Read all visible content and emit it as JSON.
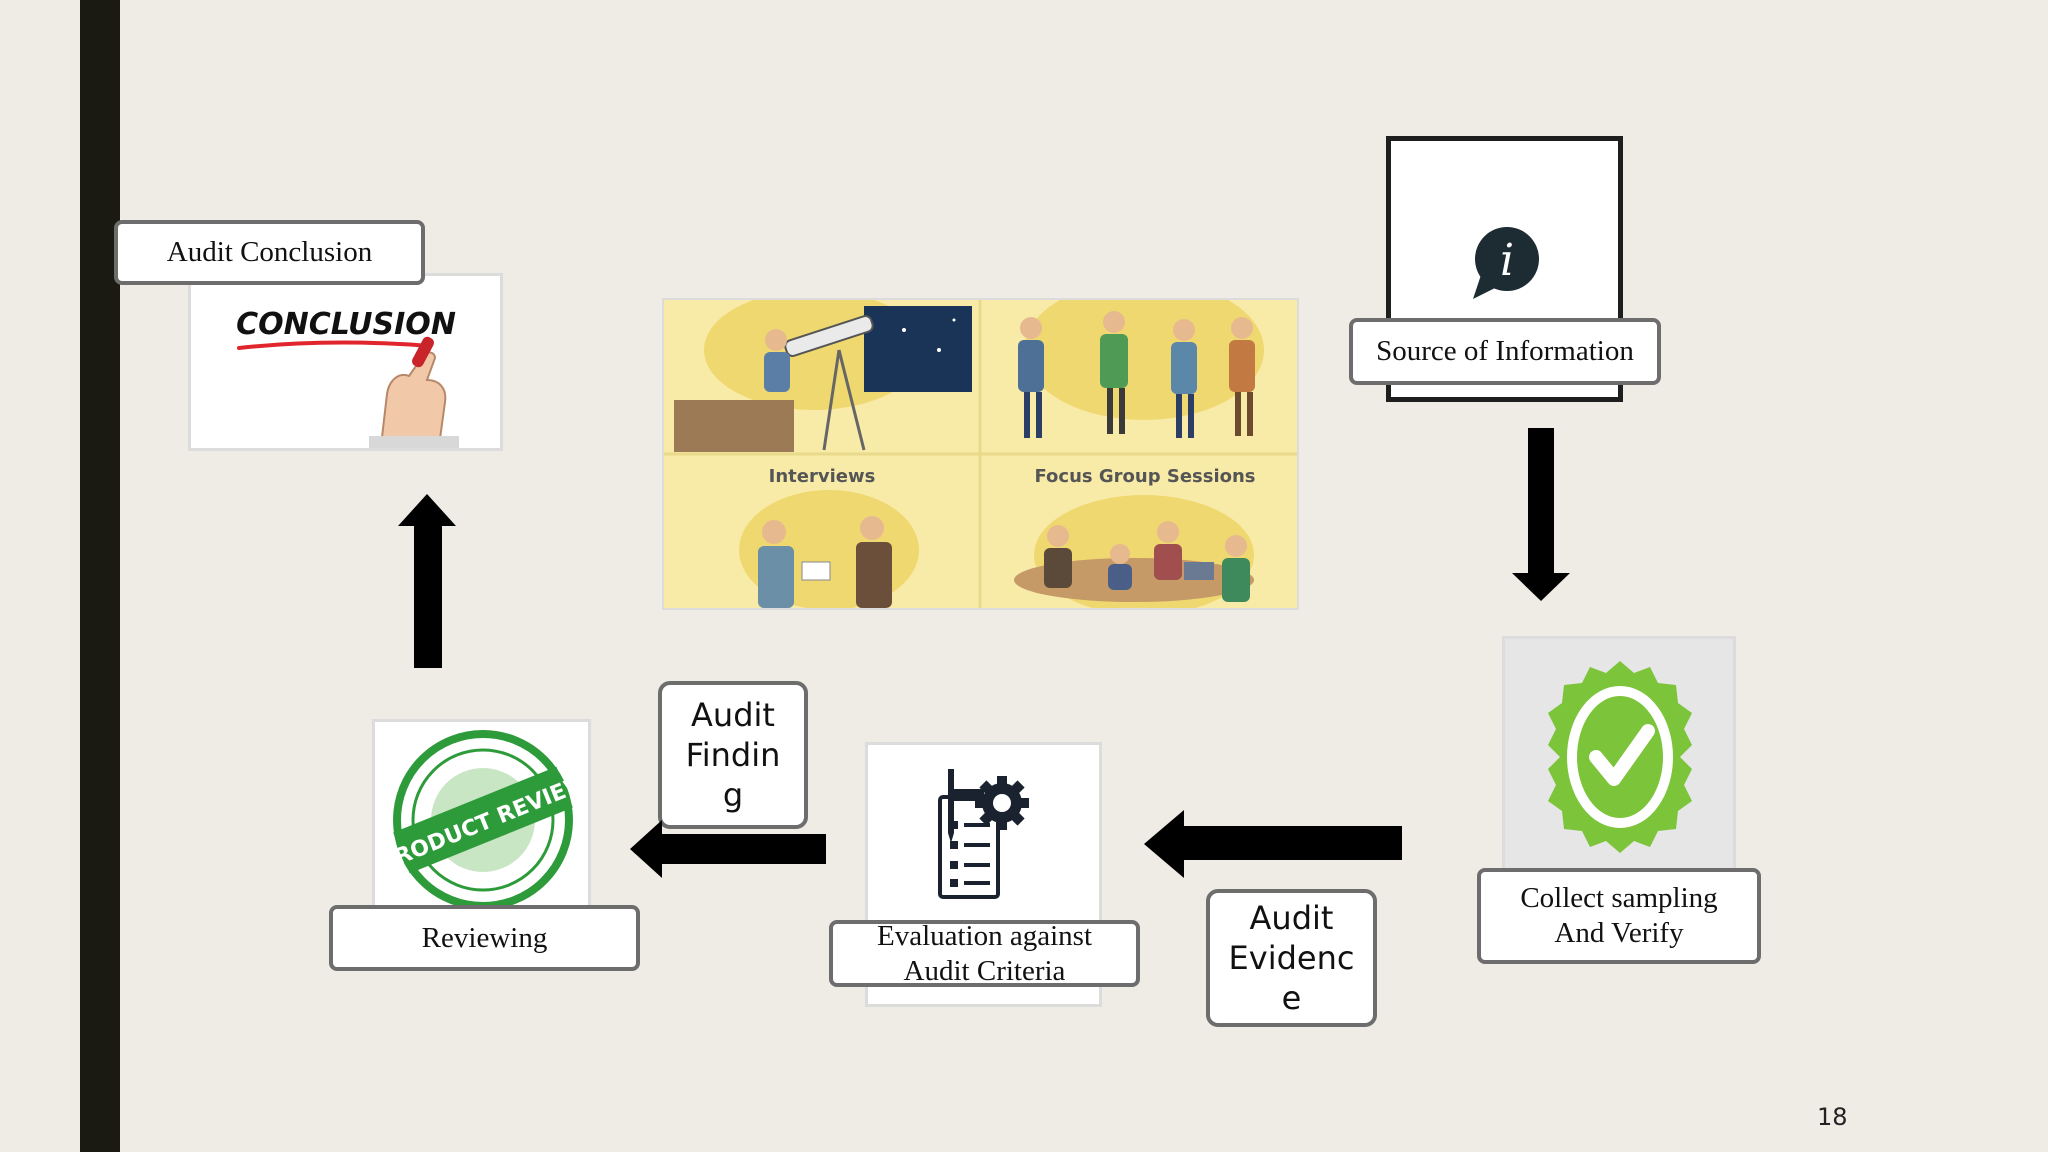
{
  "slide": {
    "page_number": "18",
    "accent_bar_color": "#1a1a12",
    "background_color": "#efece5"
  },
  "nodes": {
    "audit_conclusion": {
      "label": "Audit Conclusion",
      "image_text": "CONCLUSION"
    },
    "source_of_information": {
      "label": "Source of Information",
      "icon": "info-speech-bubble-icon"
    },
    "collect_sampling": {
      "label": "Collect sampling\nAnd Verify",
      "icon": "green-check-seal-icon"
    },
    "audit_evidence": {
      "label": "Audit\nEvidenc\ne"
    },
    "evaluation": {
      "label": "Evaluation against\nAudit Criteria",
      "icon": "checklist-gear-icon"
    },
    "audit_finding": {
      "label": "Audit\nFindin\ng"
    },
    "reviewing": {
      "label": "Reviewing",
      "stamp_text": "PRODUCT REVIEW"
    }
  },
  "collage": {
    "panels": [
      {
        "caption": "Interviews"
      },
      {
        "caption": "Focus Group Sessions"
      }
    ]
  },
  "arrows": [
    {
      "from": "source_of_information",
      "to": "collect_sampling",
      "direction": "down"
    },
    {
      "from": "collect_sampling",
      "to": "evaluation",
      "direction": "left"
    },
    {
      "from": "evaluation",
      "to": "reviewing",
      "direction": "left"
    },
    {
      "from": "reviewing",
      "to": "audit_conclusion",
      "direction": "up"
    }
  ]
}
